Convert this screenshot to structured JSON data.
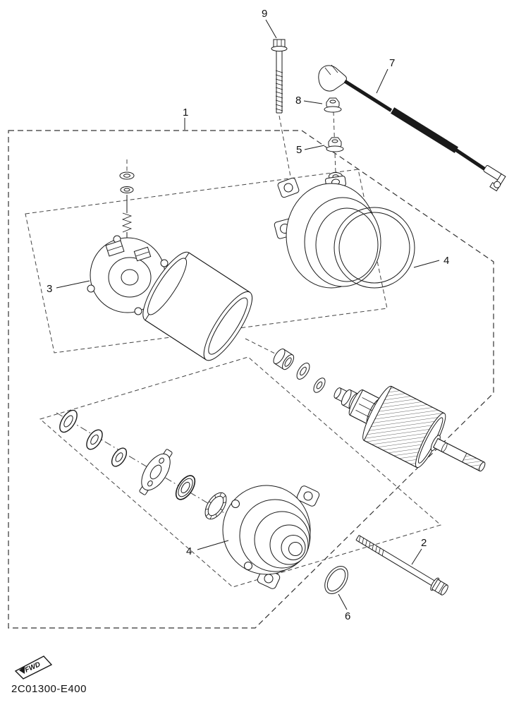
{
  "page": {
    "background": "#ffffff",
    "ink": "#1a1a1a",
    "part_code": "2C01300-E400",
    "fwd_label": "FWD"
  },
  "callouts": {
    "n1": "1",
    "n2": "2",
    "n3": "3",
    "n4a": "4",
    "n4b": "4",
    "n5": "5",
    "n6": "6",
    "n7": "7",
    "n8": "8",
    "n9": "9"
  }
}
